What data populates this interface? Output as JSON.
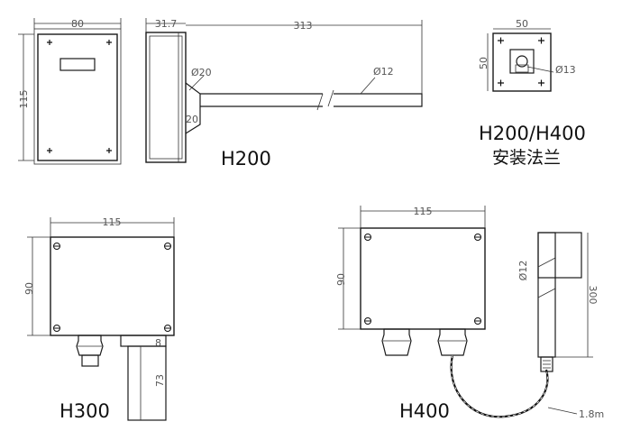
{
  "h200": {
    "width": "80",
    "height": "115",
    "depth": "31.7",
    "probe_length": "313",
    "neck_dia": "Ø20",
    "probe_dia": "Ø12",
    "neck_len": "20",
    "label": "H200"
  },
  "flange": {
    "size_w": "50",
    "size_h": "50",
    "hole": "Ø13",
    "title": "H200/H400",
    "subtitle": "安装法兰"
  },
  "h300": {
    "width": "115",
    "height": "90",
    "probe_w": "8",
    "probe_len": "73",
    "label": "H300"
  },
  "h400": {
    "width": "115",
    "height": "90",
    "probe_dia": "Ø12",
    "probe_len": "300",
    "cable": "1.8m",
    "label": "H400"
  }
}
